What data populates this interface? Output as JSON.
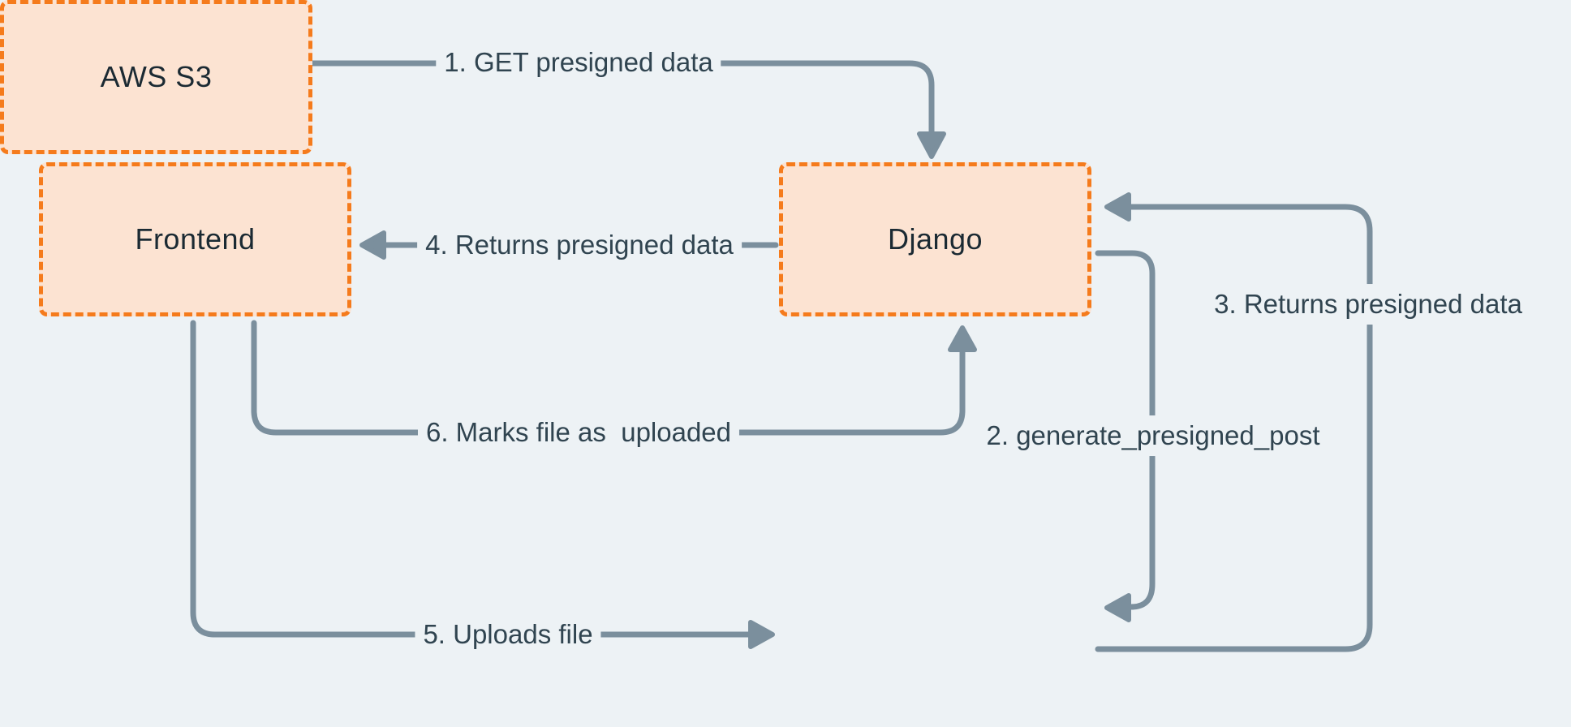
{
  "colors": {
    "bg": "#edf2f5",
    "accent": "#f57b1c",
    "node-fill": "#fce3d2",
    "arrow": "#7b8f9d",
    "node-text": "#1b2a33",
    "label-text": "#304450"
  },
  "nodes": {
    "frontend": {
      "label": "Frontend"
    },
    "django": {
      "label": "Django"
    },
    "aws_s3": {
      "label": "AWS S3"
    }
  },
  "edges": {
    "e1": {
      "label": "1. GET presigned data",
      "from": "frontend",
      "to": "django"
    },
    "e2": {
      "label": "2. generate_presigned_post",
      "from": "django",
      "to": "aws_s3"
    },
    "e3": {
      "label": "3. Returns presigned data",
      "from": "aws_s3",
      "to": "django"
    },
    "e4": {
      "label": "4. Returns presigned data",
      "from": "django",
      "to": "frontend"
    },
    "e5": {
      "label": "5. Uploads file",
      "from": "frontend",
      "to": "aws_s3"
    },
    "e6": {
      "label": "6. Marks file as  uploaded",
      "from": "frontend",
      "to": "django"
    }
  }
}
